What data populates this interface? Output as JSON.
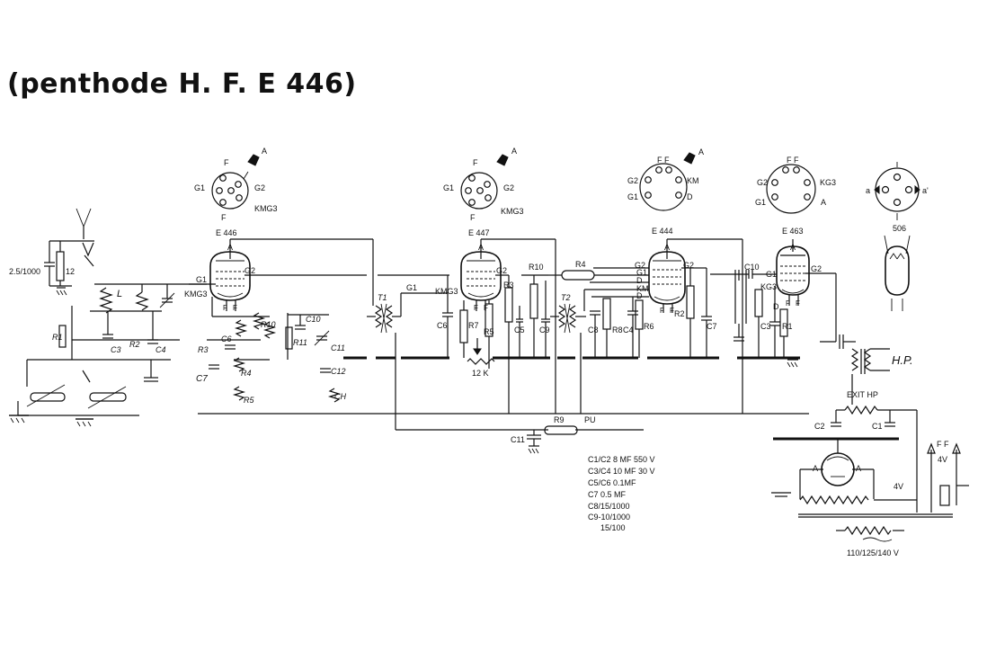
{
  "title": "(penthode H. F. E 446)",
  "tubes": {
    "t1": {
      "name": "E 446",
      "pins": {
        "f_top": "F",
        "a": "A",
        "g1": "G1",
        "g2": "G2",
        "kmg3": "KMG3",
        "f_bot": "F"
      },
      "sym": {
        "a": "A",
        "g1": "G1",
        "g2": "G2",
        "kmg3": "KMG3",
        "f1": "F",
        "f2": "F"
      }
    },
    "t2": {
      "name": "E 447",
      "pins": {
        "f_top": "F",
        "a": "A",
        "g1": "G1",
        "g2": "G2",
        "kmg3": "KMG3",
        "f_bot": "F"
      },
      "sym": {
        "a": "A",
        "g2": "G2",
        "kmg3": "KMG3",
        "f1": "F",
        "f2": "F",
        "g1_lead": "G1"
      }
    },
    "t3": {
      "name": "E 444",
      "pins": {
        "ff": "F F",
        "a": "A",
        "g2": "G2",
        "km": "KM",
        "g1": "G1",
        "d": "D"
      },
      "sym": {
        "a": "A",
        "g2a": "G2",
        "g2b": "G2",
        "g1": "G1",
        "d1": "D",
        "d2": "D",
        "km": "KM",
        "f1": "F",
        "f2": "F"
      }
    },
    "t4": {
      "name": "E 463",
      "pins": {
        "ff": "F F",
        "g2": "G2",
        "kg3": "KG3",
        "g1": "G1",
        "a": "A"
      },
      "sym": {
        "a": "A",
        "g1": "G1",
        "g2": "G2",
        "kg3": "KG3",
        "d": "D",
        "f1": "F",
        "f2": "F"
      }
    },
    "t5": {
      "name": "506",
      "pins": {
        "a1": "a",
        "a2": "a'"
      }
    }
  },
  "components": {
    "c_ant": "2.5/1000",
    "r_ant": "12",
    "l": "L",
    "r1": "R1",
    "r2": "R2",
    "c3": "C3",
    "c4": "C4",
    "r3_front": "R3",
    "c6_front": "C6",
    "c7_front": "C7",
    "r4_front": "R4",
    "r5_front": "R5",
    "r10_front": "R10",
    "r11_front": "R11",
    "c10_front": "C10",
    "c11_front": "C11",
    "c12_front": "C12",
    "ch_front": "CH",
    "t1": "T1",
    "t2": "T2",
    "c6": "C6",
    "r7": "R7",
    "r5": "R5",
    "r3": "R3",
    "pot": "12 K",
    "c5": "C5",
    "c9": "C9",
    "r10": "R10",
    "r4": "R4",
    "c8": "C8",
    "r8": "R8",
    "r6": "R6",
    "c7": "C7",
    "c10": "C10",
    "hp": "H.P.",
    "exit_hp": "EXIT HP",
    "c2": "C2",
    "c1": "C1",
    "r9": "R9",
    "pu": "PU",
    "c11": "C11",
    "rect_a1": "A",
    "rect_a2": "A",
    "v4a": "4V",
    "v4b": "4V",
    "ff": "F F",
    "mains": "110/125/140 V"
  },
  "parts_list": [
    "C1/C2 8 MF 550 V",
    "C3/C4 10 MF 30 V",
    "C5/C6 0.1MF",
    "C7 0.5 MF",
    "C8/15/1000",
    "C9-10/1000",
    "15/100"
  ]
}
